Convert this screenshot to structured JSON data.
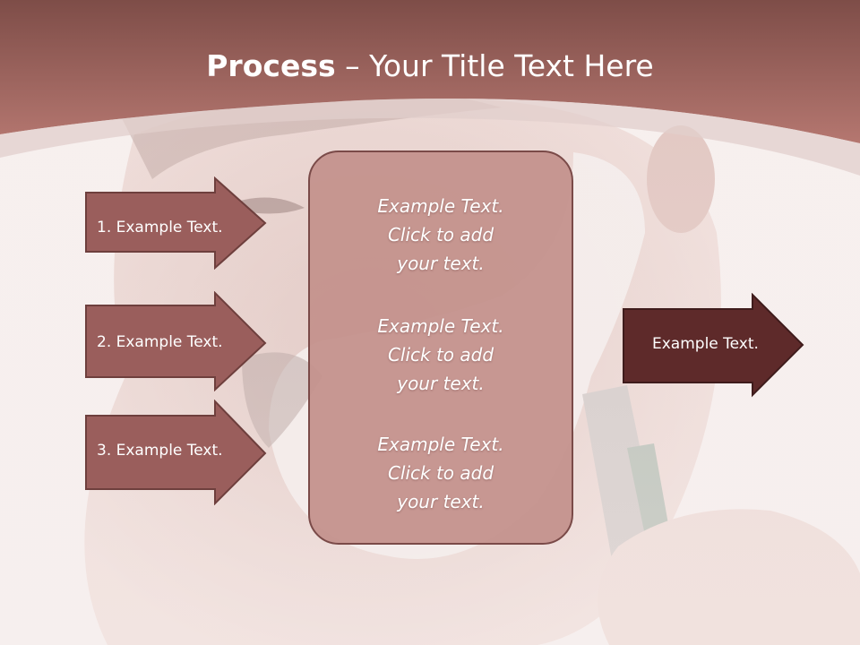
{
  "slide": {
    "title_bold": "Process",
    "title_rest": " – Your Title Text Here",
    "left_arrows": [
      {
        "label": "1. Example Text."
      },
      {
        "label": "2. Example Text."
      },
      {
        "label": "3. Example Text."
      }
    ],
    "center_blocks": [
      {
        "line1": "Example Text.",
        "line2": "Click  to add",
        "line3": "your text."
      },
      {
        "line1": "Example Text.",
        "line2": "Click  to add",
        "line3": "your text."
      },
      {
        "line1": "Example Text.",
        "line2": "Click  to add",
        "line3": "your text."
      }
    ],
    "right_arrow": {
      "label": "Example Text."
    }
  },
  "colors": {
    "header": "#a8685f",
    "left_arrow_fill": "#9a5e5c",
    "right_arrow_fill": "#5e2a2a",
    "center_box_fill": "#c4928c",
    "outline": "#6e3f3d"
  }
}
